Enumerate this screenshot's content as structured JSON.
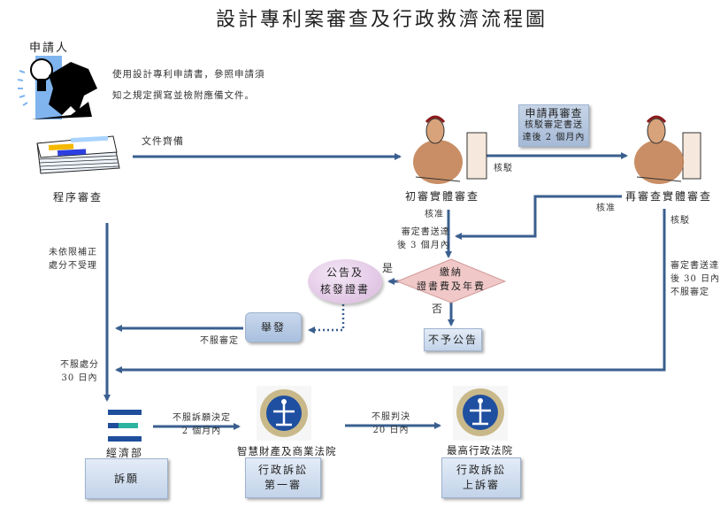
{
  "title": "設計專利案審查及行政救濟流程圖",
  "applicant": {
    "label": "申請人",
    "instruction_lines": [
      "使用設計專利申請書，參照申請須",
      "知之規定撰寫並檢附應備文件。"
    ]
  },
  "nodes": {
    "formal_review": "程序審查",
    "initial_exam": "初審實體審查",
    "re_exam": "再審查實體審查",
    "pay_fee": [
      "繳納",
      "證書費及年費"
    ],
    "announce": [
      "公告及",
      "核發證書"
    ],
    "no_announce": "不予公告",
    "opposition": "舉發",
    "moea": "經濟部",
    "appeal": "訴願",
    "ip_court": "智慧財產及商業法院",
    "admin_suit_first": [
      "行政訴訟",
      "第一審"
    ],
    "supreme_admin_court": "最高行政法院",
    "admin_suit_appeal": [
      "行政訴訟",
      "上訴審"
    ],
    "re_exam_request": [
      "申請再審查",
      "核駁審定書送",
      "達後 2 個月內"
    ]
  },
  "edge_labels": {
    "docs_complete": "文件齊備",
    "reject_1": "核駁",
    "approve_1": "核准",
    "deadline_3m": [
      "審定書送達",
      "後 3 個月內"
    ],
    "approve_2": "核准",
    "reject_2": "核駁",
    "deadline_30d": [
      "審定書送達",
      "後 30 日內",
      "不服審定"
    ],
    "yes": "是",
    "no": "否",
    "not_corrected": [
      "未依限補正",
      "處分不受理"
    ],
    "dissatisfied_decision": "不服審定",
    "dissatisfied_disposition": [
      "不服處分",
      "30 日內"
    ],
    "dissatisfied_appeal": [
      "不服訴願決定",
      "2 個月內"
    ],
    "dissatisfied_judgment": [
      "不服判決",
      "20 日內"
    ]
  },
  "colors": {
    "arrow": "#3a5f8f",
    "box_fill": "#c3d3e9",
    "ellipse_fill": "#d9b8dc",
    "diamond_fill": "#f0c4c4",
    "moea_bar": "#1f4e9c",
    "moea_accent": "#2bb3a0"
  }
}
